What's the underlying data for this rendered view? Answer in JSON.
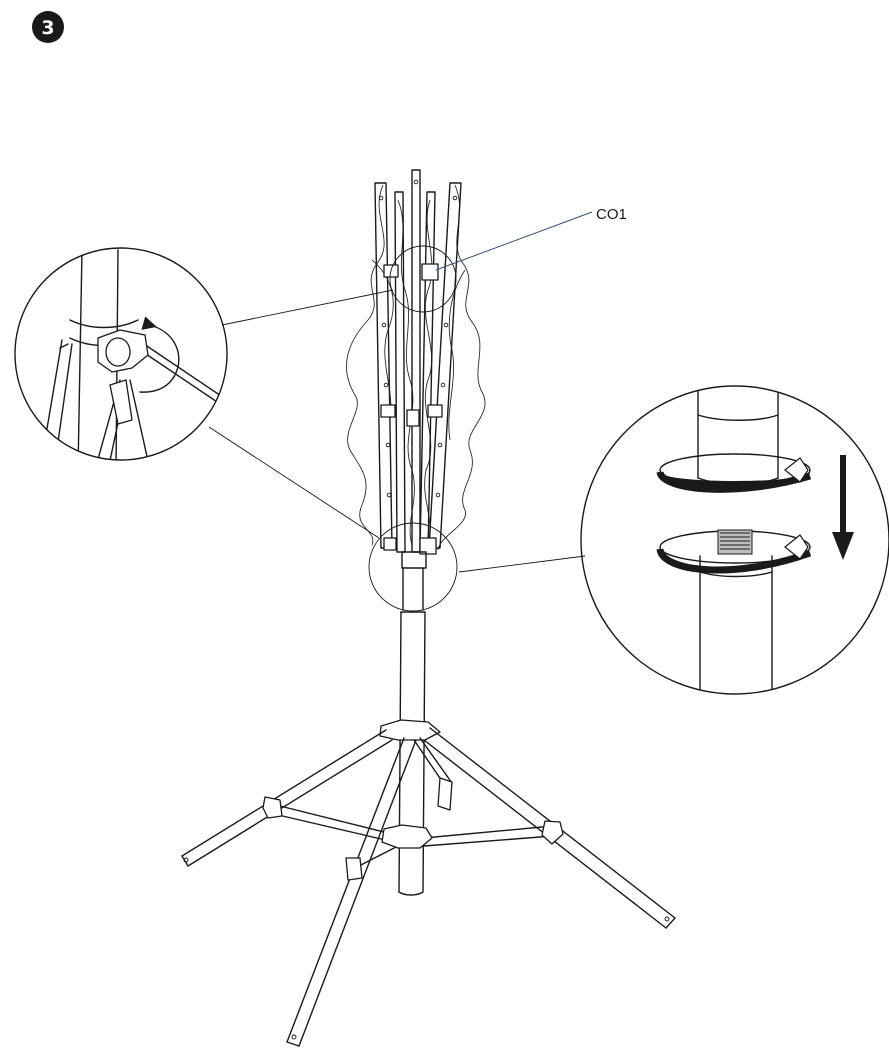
{
  "step": {
    "number": "3",
    "badge_color": "#1a1a1a"
  },
  "callout": {
    "label": "CO1",
    "leader_color": "#2f4f7f"
  },
  "icons": {
    "step_badge": "step-number-badge",
    "detail_left": "knob-tighten-detail",
    "detail_right": "screw-attach-detail",
    "rotate_arrow": "rotate-arrow-icon",
    "down_arrow": "down-arrow-icon"
  }
}
